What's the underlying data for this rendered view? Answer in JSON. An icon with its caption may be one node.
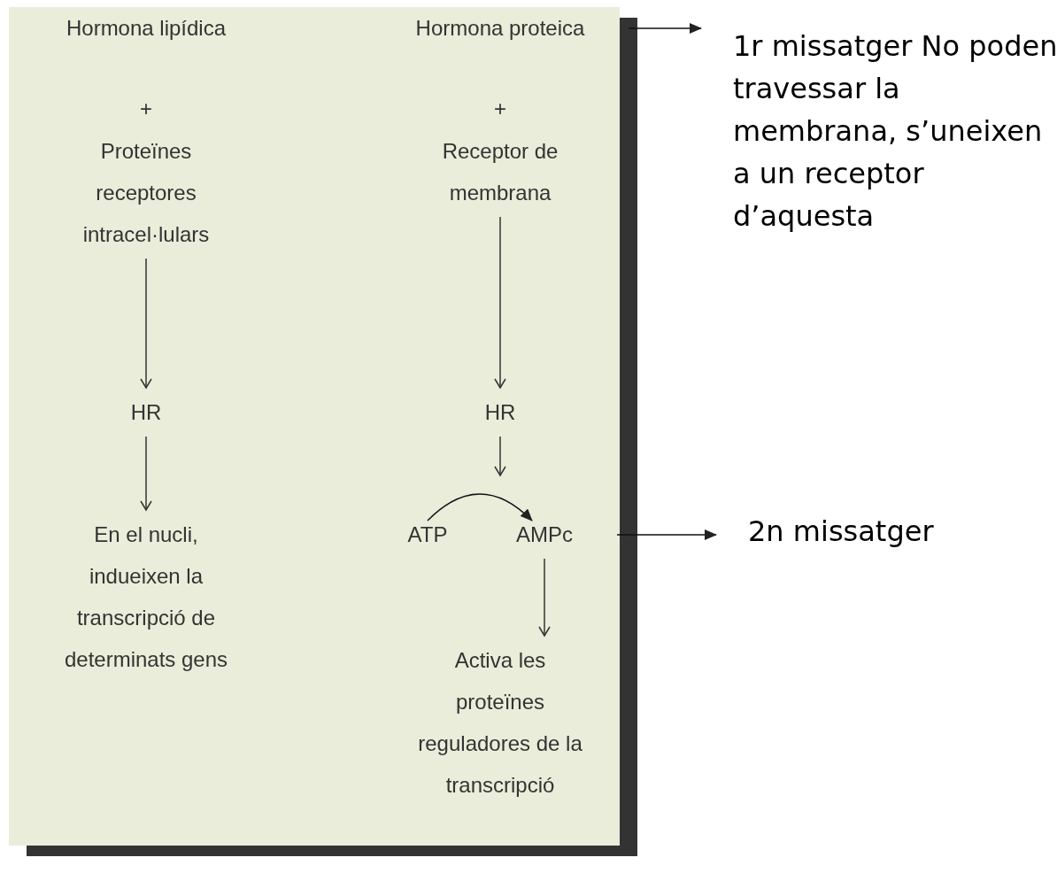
{
  "diagram": {
    "nodes": [
      {
        "text": [],
        "shape": "box"
      },
      {
        "text": [
          "Hormona lipídica"
        ],
        "in": 0
      },
      {
        "text": [
          "Proteïnes receptores intracel·lulars"
        ],
        "in": 0
      },
      {
        "text": [
          "HR"
        ],
        "in": 0
      },
      {
        "text": [
          "En el nucli, indueixen la transcripció de determinats gens"
        ],
        "in": 0
      },
      {
        "text": [
          "Hormona proteica"
        ],
        "in": 0
      },
      {
        "text": [
          "Receptor de membrana"
        ],
        "in": 0
      },
      {
        "text": [
          "HR"
        ],
        "in": 0
      },
      {
        "text": [
          "ATP"
        ],
        "in": 0
      },
      {
        "text": [
          "AMPc"
        ],
        "in": 0
      },
      {
        "text": [
          "Activa les proteïnes reguladores de la transcripció"
        ],
        "in": 0
      },
      {
        "text": [
          "1r missatger No poden travessar la membrana, s’uneixen a un receptor d’aquesta"
        ]
      },
      {
        "text": [
          "2n missatger"
        ]
      }
    ],
    "edges": [
      {
        "from": 2,
        "to": 3,
        "arrow": "to"
      },
      {
        "from": 3,
        "to": 4,
        "arrow": "to"
      },
      {
        "from": 6,
        "to": 7,
        "arrow": "to"
      },
      {
        "from": 7,
        "to": null,
        "arrow": "to"
      },
      {
        "from": 8,
        "to": 9,
        "arrow": "to"
      },
      {
        "from": 9,
        "to": 10,
        "arrow": "to"
      },
      {
        "from": 5,
        "to": 11,
        "arrow": "to"
      },
      {
        "from": 9,
        "to": 12,
        "arrow": "to"
      }
    ],
    "labels": [
      "+",
      "+"
    ]
  }
}
